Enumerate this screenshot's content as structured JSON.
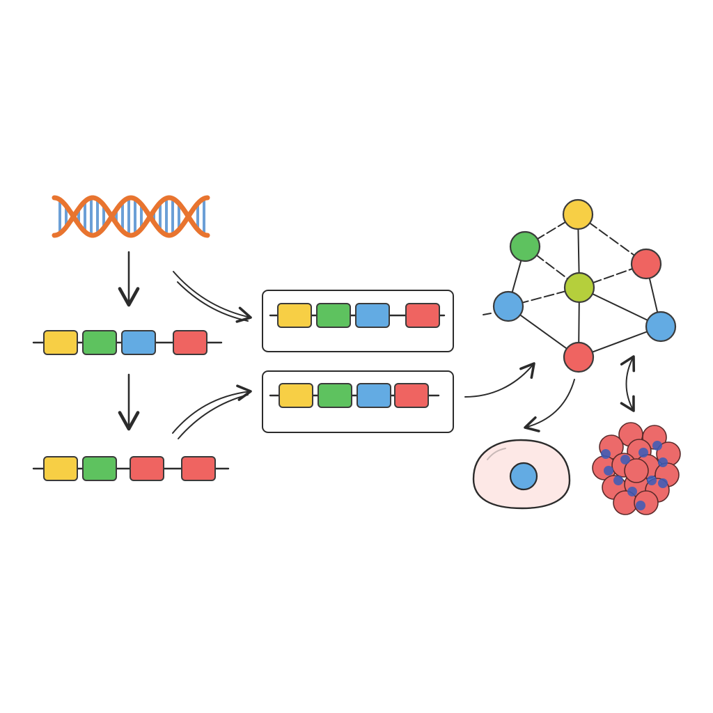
{
  "colors": {
    "yellow": "#f7cf45",
    "green": "#5ec25f",
    "blue": "#63abe3",
    "red": "#ef6461",
    "dna_backbone": "#e8742f",
    "dna_rungs": "#6b9fd6",
    "cell_body": "#fde8e6",
    "tumor_cell": "#ec6a6a",
    "tumor_nucleus": "#3a5cb8"
  },
  "sequences": {
    "left_top": [
      "yellow",
      "green",
      "blue",
      "red"
    ],
    "left_bottom": [
      "yellow",
      "green",
      "red",
      "red"
    ],
    "boxed_top": [
      "yellow",
      "green",
      "blue",
      "red"
    ],
    "boxed_bottom": [
      "yellow",
      "green",
      "blue",
      "red"
    ]
  },
  "network": {
    "nodes": [
      {
        "id": "n-top",
        "color": "yellow"
      },
      {
        "id": "n-left-upper",
        "color": "green"
      },
      {
        "id": "n-right-upper",
        "color": "red"
      },
      {
        "id": "n-center",
        "color": "#b5cf3c"
      },
      {
        "id": "n-left",
        "color": "blue"
      },
      {
        "id": "n-right",
        "color": "blue"
      },
      {
        "id": "n-bottom",
        "color": "red"
      }
    ]
  },
  "icons": [
    "dna-helix-icon",
    "healthy-cell-icon",
    "tumor-cluster-icon"
  ]
}
